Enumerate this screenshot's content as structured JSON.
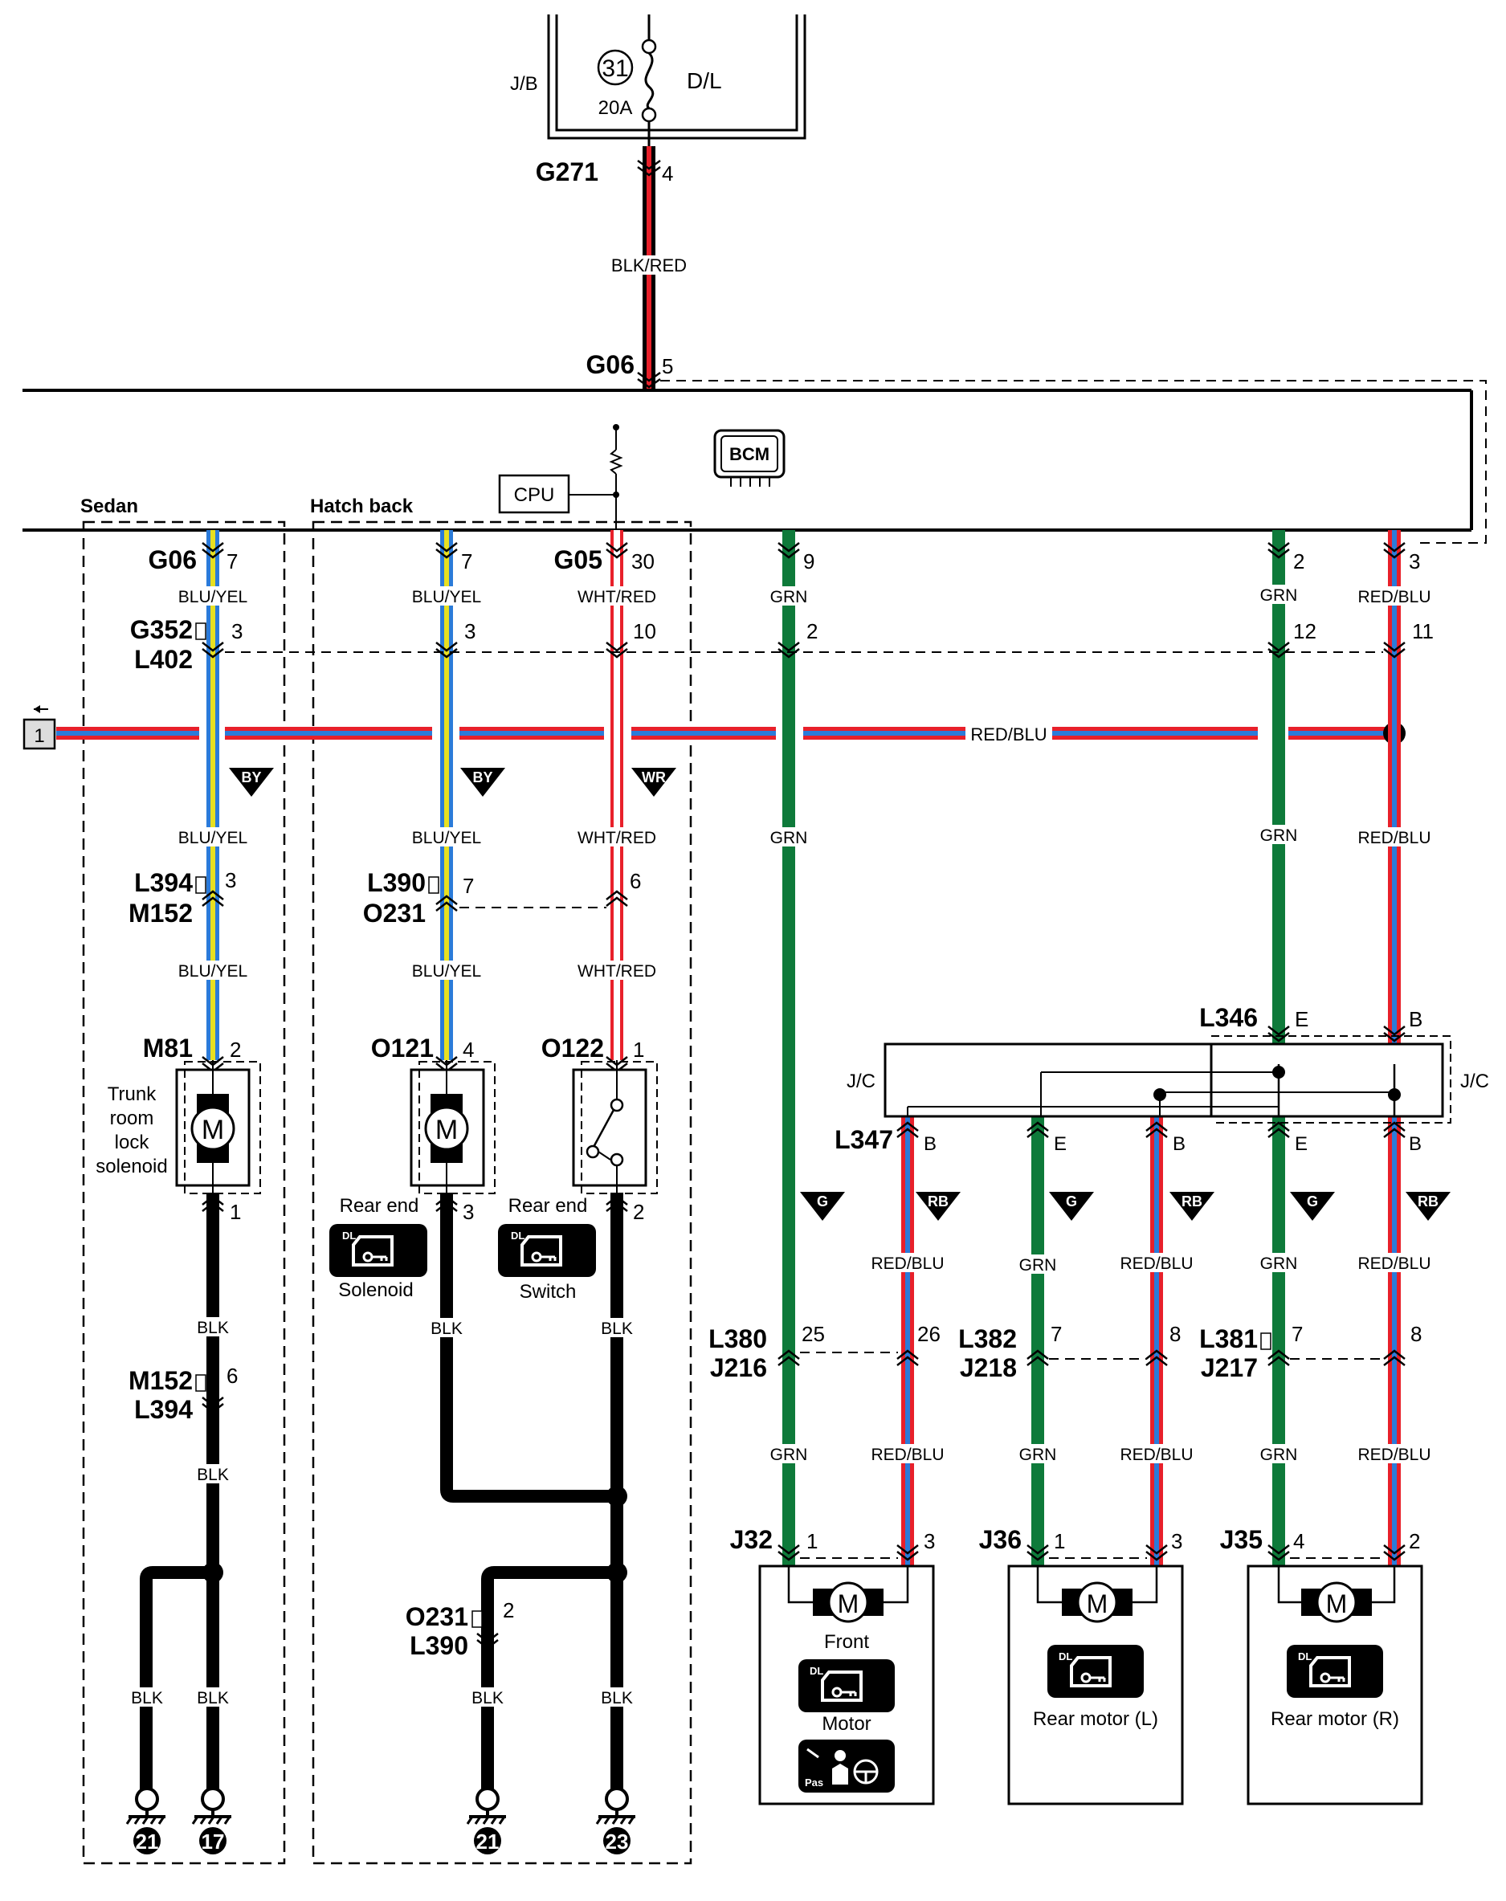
{
  "fuse": {
    "number": "31",
    "rating": "20A",
    "box_label": "J/B",
    "circuit_label": "D/L"
  },
  "top_connectors": {
    "g271": "G271",
    "g271_pin": "4",
    "wire_top": "BLK/RED",
    "g06": "G06",
    "g06_pin": "5"
  },
  "bcm": {
    "label": "BCM",
    "cpu": "CPU"
  },
  "sections": {
    "sedan": "Sedan",
    "hatchback": "Hatch back"
  },
  "bcm_pins": {
    "g06_left": "G06",
    "pin7a": "7",
    "pin7b": "7",
    "g05": "G05",
    "pin30": "30",
    "pin9": "9",
    "pin2": "2",
    "pin3": "3"
  },
  "wires": {
    "blu_yel": "BLU/YEL",
    "wht_red": "WHT/RED",
    "grn": "GRN",
    "red_blu": "RED/BLU",
    "blk": "BLK"
  },
  "connectors": {
    "g352": "G352",
    "l402": "L402",
    "g352_p1": "3",
    "g352_p2": "3",
    "g352_p3": "10",
    "g352_p4": "2",
    "g352_p5": "12",
    "g352_p6": "11",
    "l394": "L394",
    "m152": "M152",
    "l394_p": "3",
    "l390": "L390",
    "o231": "O231",
    "l390_p1": "7",
    "l390_p2": "6",
    "m81": "M81",
    "m81_p1": "2",
    "m81_p2": "1",
    "o121": "O121",
    "o121_p1": "4",
    "o121_p2": "3",
    "o122": "O122",
    "o122_p1": "1",
    "o122_p2": "2",
    "m152b": "M152",
    "l394b": "L394",
    "m152b_p": "6",
    "o231b": "O231",
    "l390b": "L390",
    "o231b_p": "2",
    "l346": "L346",
    "l346_e": "E",
    "l346_b": "B",
    "l347": "L347",
    "jc": "J/C",
    "pin_b": "B",
    "pin_e": "E",
    "l380": "L380",
    "j216": "J216",
    "l380_p1": "25",
    "l380_p2": "26",
    "l382": "L382",
    "j218": "J218",
    "l382_p1": "7",
    "l382_p2": "8",
    "l381": "L381",
    "j217": "J217",
    "l381_p1": "7",
    "l381_p2": "8",
    "j32": "J32",
    "j32_p1": "1",
    "j32_p2": "3",
    "j36": "J36",
    "j36_p1": "1",
    "j36_p2": "3",
    "j35": "J35",
    "j35_p1": "4",
    "j35_p2": "2"
  },
  "offpage": {
    "ref": "1"
  },
  "triangles": {
    "by": "BY",
    "wr": "WR",
    "g": "G",
    "rb": "RB"
  },
  "components": {
    "motor_symbol": "M",
    "trunk_1": "Trunk",
    "trunk_2": "room",
    "trunk_3": "lock",
    "trunk_4": "solenoid",
    "rear_end": "Rear end",
    "solenoid": "Solenoid",
    "switch": "Switch",
    "front": "Front",
    "motor": "Motor",
    "rear_motor_l": "Rear motor (L)",
    "rear_motor_r": "Rear motor (R)",
    "dl": "DL",
    "pas": "Pas"
  },
  "grounds": {
    "g1": "21",
    "g2": "17",
    "g3": "21",
    "g4": "23"
  },
  "colors": {
    "blk": "#000000",
    "red": "#e8202a",
    "grn": "#0e7a3a",
    "blu": "#2b7bd9",
    "yel": "#e8e020"
  }
}
